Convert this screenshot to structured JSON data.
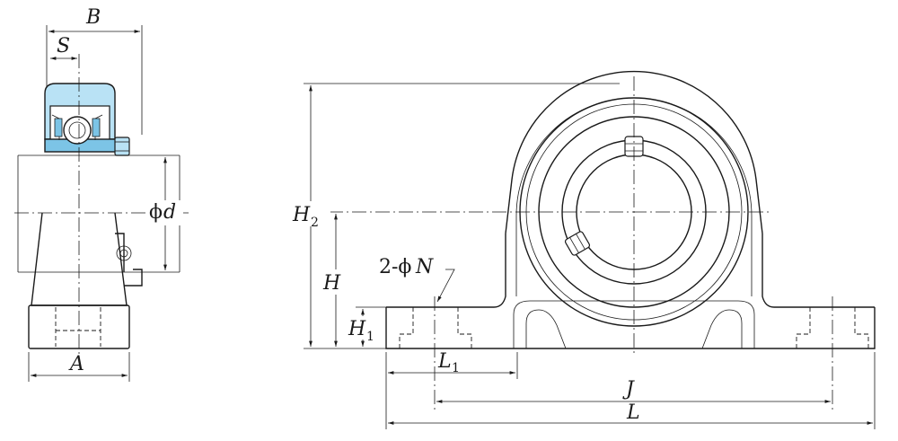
{
  "diagram": {
    "labels": {
      "B": "B",
      "S": "S",
      "d": "d",
      "phi": "ϕ",
      "A": "A",
      "H2": "H",
      "H2_sub": "2",
      "H": "H",
      "H1": "H",
      "H1_sub": "1",
      "N_prefix": "2-ϕ",
      "N": "N",
      "L1": "L",
      "L1_sub": "1",
      "J": "J",
      "L": "L"
    },
    "colors": {
      "line": "#1a1a1a",
      "bearing_fill": "#b9e2f5",
      "bearing_dark": "#7cc4e6",
      "background": "#ffffff"
    }
  }
}
